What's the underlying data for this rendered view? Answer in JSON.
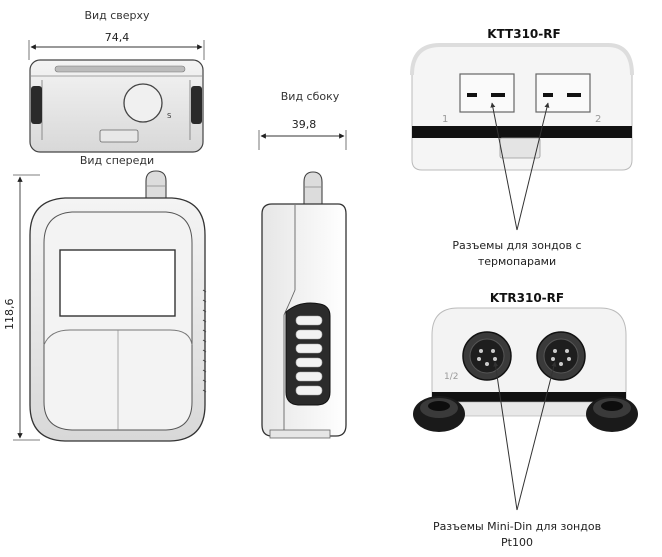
{
  "views": {
    "top_label": "Вид сверху",
    "front_label": "Вид спереди",
    "side_label": "Вид сбоку"
  },
  "dimensions": {
    "width": "74,4",
    "depth": "39,8",
    "height": "118,6"
  },
  "models": {
    "ktt": {
      "title": "KTT310-RF",
      "port1": "1",
      "port2": "2",
      "caption_line1": "Разъемы для зондов с",
      "caption_line2": "термопарами"
    },
    "ktr": {
      "title": "KTR310-RF",
      "port1": "1/2",
      "caption_line1": "Разъемы Mini-Din для зондов",
      "caption_line2": "Pt100"
    }
  }
}
